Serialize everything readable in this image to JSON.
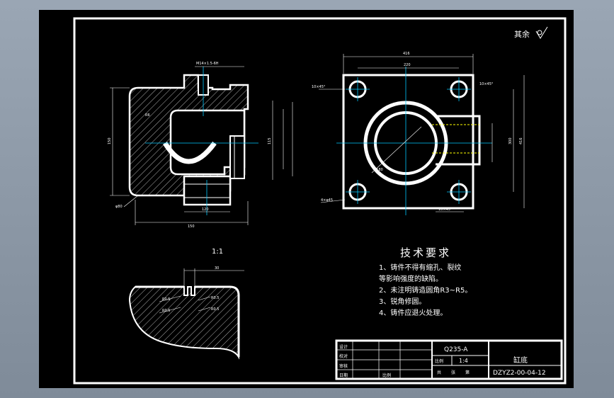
{
  "roughness_note": "其余",
  "scale_label": "1:1",
  "tech_requirements": {
    "title": "技术要求",
    "lines": [
      "1、铸件不得有缩孔、裂纹",
      "等影响强度的缺陷。",
      "2、未注明铸造圆角R3~R5。",
      "3、锐角修圆。",
      "4、铸件应退火处理。"
    ]
  },
  "title_block": {
    "material": "Q235-A",
    "ratio_label": "比例",
    "ratio_value": "1:4",
    "part_name": "缸底",
    "drawing_no": "DZYZ2-00-04-12",
    "row_labels": [
      "设计",
      "校对",
      "审核",
      "日期"
    ],
    "mid_label": "共",
    "sheet_label": "张",
    "of_label": "第",
    "bottom_label": "比例"
  },
  "dimensions": {
    "front_top": "M14×1.5-6H",
    "front_left_height": "150",
    "front_height_2": "115",
    "front_bottom_inner": "120",
    "front_bottom_total": "150",
    "front_bore": "φ80",
    "front_radius": "R6",
    "top_width": "416",
    "top_inner": "220",
    "top_height": "300",
    "top_total": "416",
    "top_chamfer_1": "10×45°",
    "top_chamfer_2": "10×45°",
    "top_hole": "φ180",
    "top_bottom_chamfer": "4×φ45",
    "top_bottom_right": "10×45°",
    "detail_width": "30",
    "detail_r1": "R0.5",
    "detail_r2": "R0.5",
    "detail_r3": "R0.5",
    "detail_r4": "R0.5"
  }
}
